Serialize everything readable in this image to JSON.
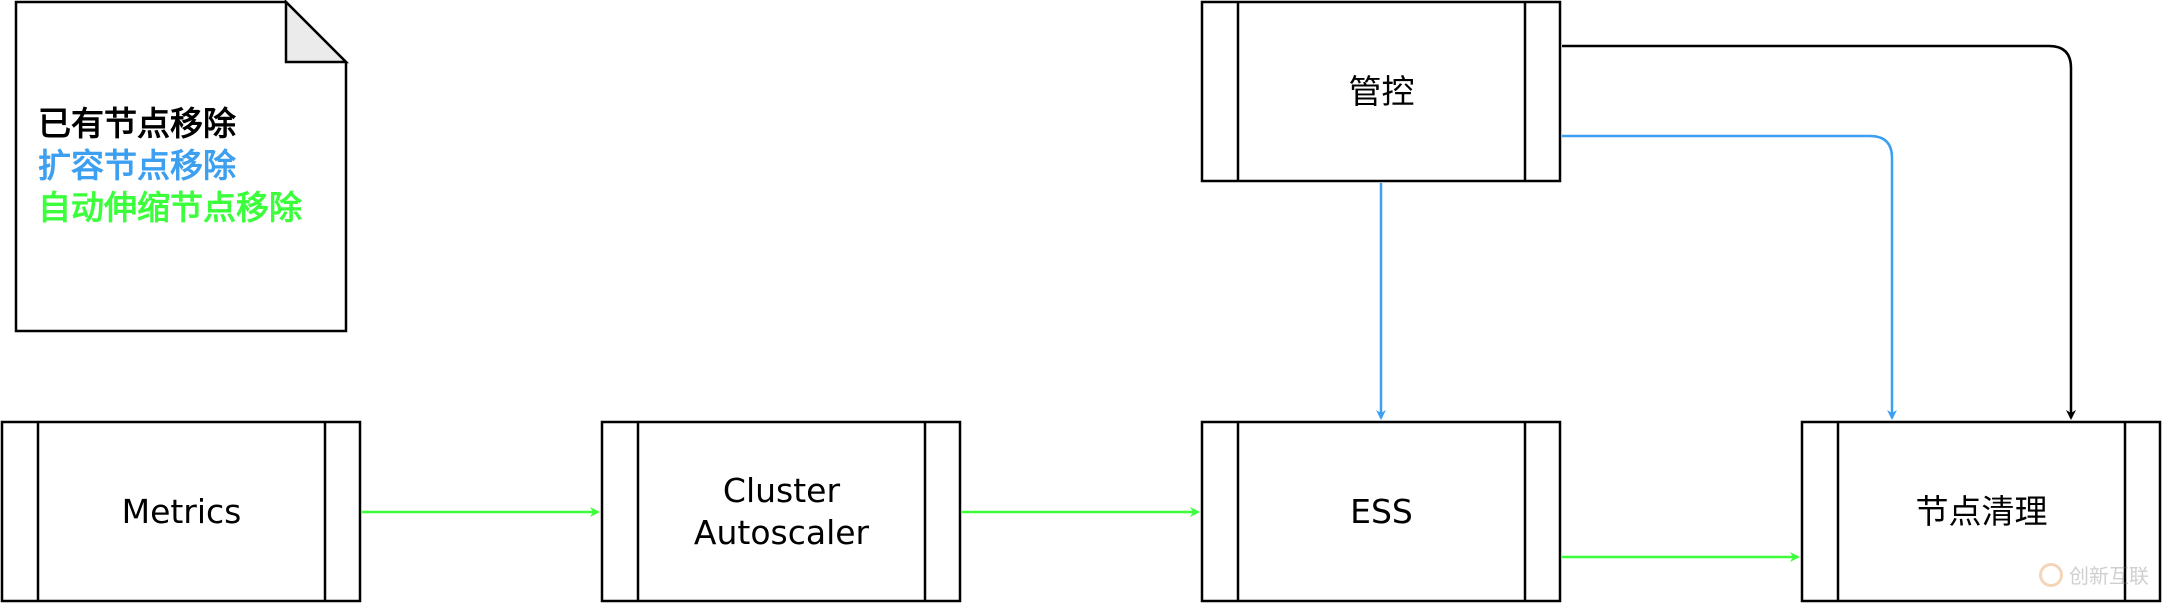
{
  "note": {
    "lines": [
      {
        "text": "已有节点移除",
        "color": "#000000"
      },
      {
        "text": "扩容节点移除",
        "color": "#3d9ff0"
      },
      {
        "text": "自动伸缩节点移除",
        "color": "#3bff3b"
      }
    ]
  },
  "nodes": {
    "metrics": "Metrics",
    "cluster_autoscaler": "Cluster\nAutoscaler",
    "ess": "ESS",
    "control": "管控",
    "node_cleanup": "节点清理"
  },
  "colors": {
    "existing": "#000000",
    "scale_out": "#3d9ff0",
    "autoscaling": "#3bff3b"
  },
  "watermark": {
    "text": "创新互联"
  }
}
